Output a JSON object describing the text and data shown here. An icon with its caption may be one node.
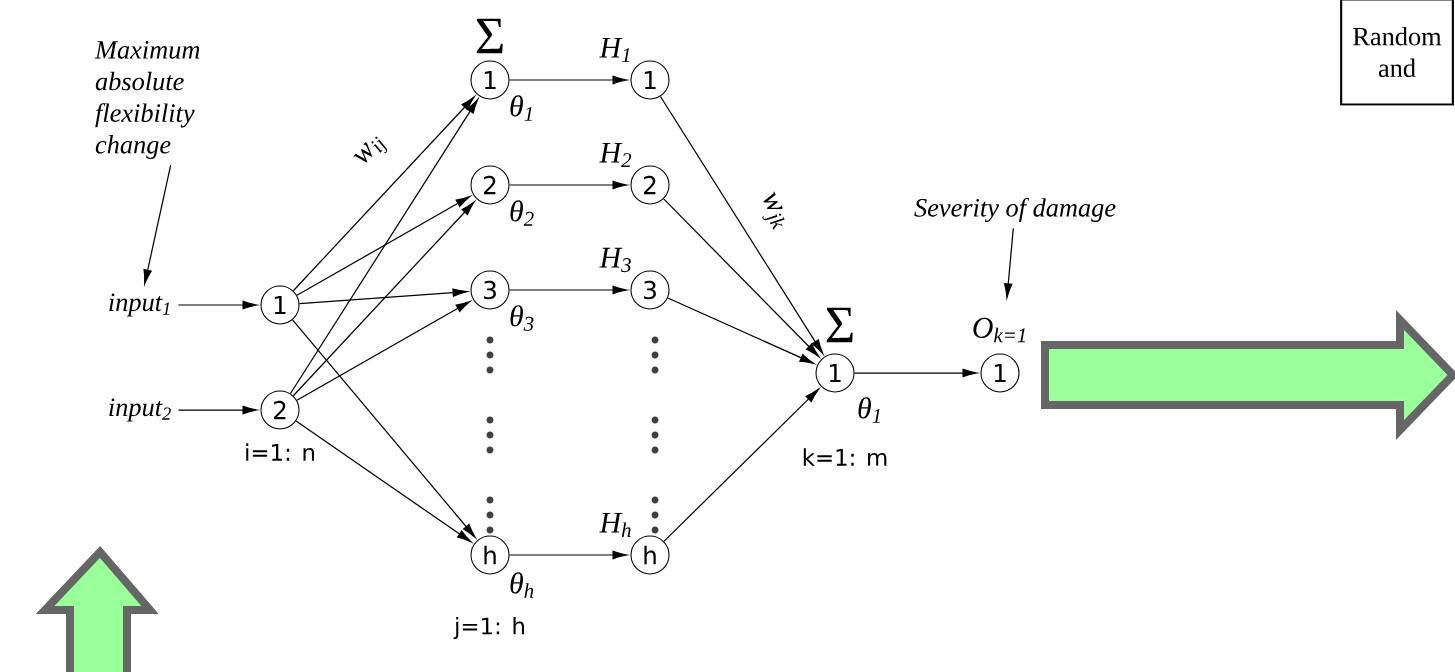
{
  "diagram": {
    "nodes": [
      {
        "text": [
          "Maximum absolute flexibility change"
        ]
      },
      {
        "text": [
          "input$_{1}$"
        ]
      },
      {
        "text": [
          "input$_{2}$"
        ]
      },
      {
        "text": [
          "1"
        ]
      },
      {
        "text": [
          "2"
        ],
        "beside": [
          "i=1: n"
        ]
      },
      {
        "text": [
          "1"
        ],
        "beside": [
          "Σ",
          "θ$_{1}$"
        ]
      },
      {
        "text": [
          "2"
        ],
        "beside": [
          "θ$_{2}$"
        ]
      },
      {
        "text": [
          "3"
        ],
        "beside": [
          "θ$_{3}$"
        ]
      },
      {
        "text": [
          "h"
        ],
        "beside": [
          "θ$_{h}$",
          "j=1: h"
        ]
      },
      {
        "text": [
          "1"
        ],
        "beside": [
          "H$_{1}$"
        ]
      },
      {
        "text": [
          "2"
        ],
        "beside": [
          "H$_{2}$"
        ]
      },
      {
        "text": [
          "3"
        ],
        "beside": [
          "H$_{3}$"
        ]
      },
      {
        "text": [
          "h"
        ],
        "beside": [
          "H$_{h}$"
        ]
      },
      {
        "text": [
          "1"
        ],
        "beside": [
          "Σ",
          "θ$_{1}$",
          "k=1: m"
        ]
      },
      {
        "text": [
          "1"
        ],
        "beside": [
          "O$_{k=1}$"
        ]
      },
      {
        "text": [
          "Severity of damage"
        ]
      },
      {
        "text": [
          "Random and"
        ]
      }
    ],
    "edges": [
      {
        "from": 0,
        "to": 1,
        "arrow": "to"
      },
      {
        "from": 1,
        "to": 3,
        "arrow": "to"
      },
      {
        "from": 2,
        "to": 4,
        "arrow": "to"
      },
      {
        "from": 3,
        "to": 5,
        "arrow": "to",
        "label": "w$_{ij}$"
      },
      {
        "from": 3,
        "to": 6,
        "arrow": "to"
      },
      {
        "from": 3,
        "to": 7,
        "arrow": "to"
      },
      {
        "from": 3,
        "to": 8,
        "arrow": "to"
      },
      {
        "from": 4,
        "to": 5,
        "arrow": "to"
      },
      {
        "from": 4,
        "to": 6,
        "arrow": "to"
      },
      {
        "from": 4,
        "to": 7,
        "arrow": "to"
      },
      {
        "from": 4,
        "to": 8,
        "arrow": "to"
      },
      {
        "from": 5,
        "to": 9,
        "arrow": "to"
      },
      {
        "from": 6,
        "to": 10,
        "arrow": "to"
      },
      {
        "from": 7,
        "to": 11,
        "arrow": "to"
      },
      {
        "from": 8,
        "to": 12,
        "arrow": "to"
      },
      {
        "from": 9,
        "to": 13,
        "arrow": "to",
        "label": "w$_{jk}$"
      },
      {
        "from": 10,
        "to": 13,
        "arrow": "to"
      },
      {
        "from": 11,
        "to": 13,
        "arrow": "to"
      },
      {
        "from": 12,
        "to": 13,
        "arrow": "to"
      },
      {
        "from": 13,
        "to": 14,
        "arrow": "to"
      },
      {
        "from": 15,
        "to": 14,
        "arrow": "to"
      }
    ]
  }
}
